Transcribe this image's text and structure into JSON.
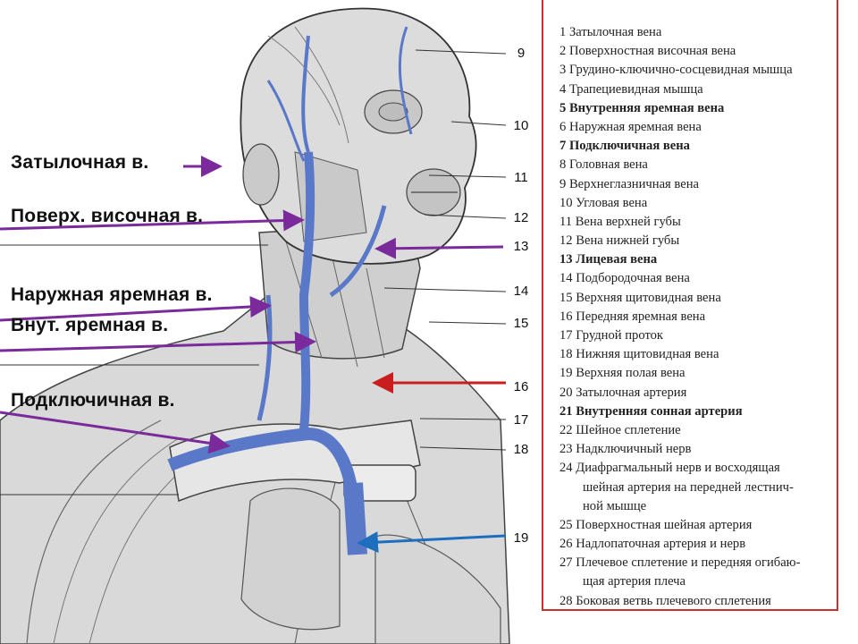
{
  "overlay_labels": [
    "Затылочная в.",
    "Поверх. височная в.",
    "Наружная яремная в.",
    "Внут. яремная в.",
    "Подключичная в."
  ],
  "figure_numbers": [
    "9",
    "10",
    "11",
    "12",
    "13",
    "14",
    "15",
    "16",
    "17",
    "18",
    "19"
  ],
  "legend": [
    {
      "text": "1 Затылочная вена",
      "bold": false
    },
    {
      "text": "2 Поверхностная височная вена",
      "bold": false
    },
    {
      "text": "3 Грудино-ключично-сосцевидная мышца",
      "bold": false
    },
    {
      "text": "4 Трапециевидная мышца",
      "bold": false
    },
    {
      "text": "5 Внутренняя яремная вена",
      "bold": true
    },
    {
      "text": "6 Наружная яремная вена",
      "bold": false
    },
    {
      "text": "7 Подключичная вена",
      "bold": true
    },
    {
      "text": "8 Головная вена",
      "bold": false
    },
    {
      "text": "9 Верхнеглазничная вена",
      "bold": false
    },
    {
      "text": "10 Угловая вена",
      "bold": false
    },
    {
      "text": "11 Вена верхней губы",
      "bold": false
    },
    {
      "text": "12 Вена нижней губы",
      "bold": false
    },
    {
      "text": "13 Лицевая вена",
      "bold": true
    },
    {
      "text": "14 Подбородочная вена",
      "bold": false
    },
    {
      "text": "15 Верхняя щитовидная вена",
      "bold": false
    },
    {
      "text": "16 Передняя яремная вена",
      "bold": false
    },
    {
      "text": "17 Грудной проток",
      "bold": false
    },
    {
      "text": "18 Нижняя щитовидная вена",
      "bold": false
    },
    {
      "text": "19 Верхняя полая вена",
      "bold": false
    },
    {
      "text": "20 Затылочная артерия",
      "bold": false
    },
    {
      "text": "21 Внутренняя сонная артерия",
      "bold": true
    },
    {
      "text": "22 Шейное сплетение",
      "bold": false
    },
    {
      "text": "23 Надключичный нерв",
      "bold": false
    },
    {
      "text": "24 Диафрагмальный нерв и восходящая",
      "bold": false
    },
    {
      "text": "шейная артерия на передней лестнич-",
      "bold": false,
      "cont": true
    },
    {
      "text": "ной мышце",
      "bold": false,
      "cont": true
    },
    {
      "text": "25 Поверхностная шейная артерия",
      "bold": false
    },
    {
      "text": "26 Надлопаточная артерия и нерв",
      "bold": false
    },
    {
      "text": "27 Плечевое сплетение и передняя огибаю-",
      "bold": false
    },
    {
      "text": "щая артерия плеча",
      "bold": false,
      "cont": true
    },
    {
      "text": "28 Боковая ветвь плечевого сплетения",
      "bold": false
    }
  ],
  "colors": {
    "purple_arrow": "#7a2a9a",
    "red_arrow": "#c81e1e",
    "blue_arrow": "#1e6ebe",
    "vein_blue": "#5a78c8",
    "panel_border": "#c83232"
  }
}
